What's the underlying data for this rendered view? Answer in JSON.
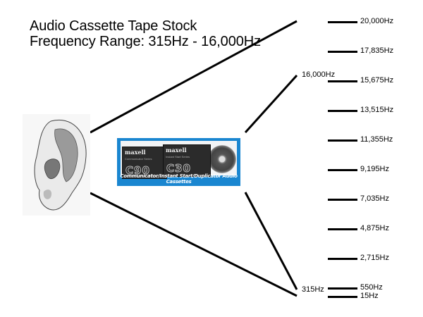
{
  "title": {
    "line1": "Audio Cassette Tape Stock",
    "line2": "Frequency Range: 315Hz - 16,000Hz"
  },
  "scale": {
    "ticks": [
      {
        "label": "20,000Hz",
        "value": 20000
      },
      {
        "label": "17,835Hz",
        "value": 17835
      },
      {
        "label": "15,675Hz",
        "value": 15675
      },
      {
        "label": "13,515Hz",
        "value": 13515
      },
      {
        "label": "11,355Hz",
        "value": 11355
      },
      {
        "label": "9,195Hz",
        "value": 9195
      },
      {
        "label": "7,035Hz",
        "value": 7035
      },
      {
        "label": "4,875Hz",
        "value": 4875
      },
      {
        "label": "2,715Hz",
        "value": 2715
      },
      {
        "label": "550Hz",
        "value": 550
      },
      {
        "label": "15Hz",
        "value": 15
      }
    ]
  },
  "markers": {
    "upper": "16,000Hz",
    "lower": "315Hz"
  },
  "images": {
    "ear": "human-ear-illustration",
    "cassette": {
      "brand": "maxell",
      "case1_type": "C90",
      "case2_type": "C30",
      "case1_series": "Communicator Series",
      "case2_series": "Instant Start Series",
      "caption": "Communicator/Instant Start/Duplicator Audio Cassettes",
      "accent_color": "#1a86d0"
    }
  },
  "chart_data": {
    "type": "diagram",
    "title": "Audio Cassette Tape Stock",
    "subtitle": "Frequency Range: 315Hz - 16,000Hz",
    "scale_values_hz": [
      20000,
      17835,
      15675,
      13515,
      11355,
      9195,
      7035,
      4875,
      2715,
      550,
      15
    ],
    "highlighted_range_hz": [
      315,
      16000
    ],
    "hearing_range_hz": [
      15,
      20000
    ]
  }
}
